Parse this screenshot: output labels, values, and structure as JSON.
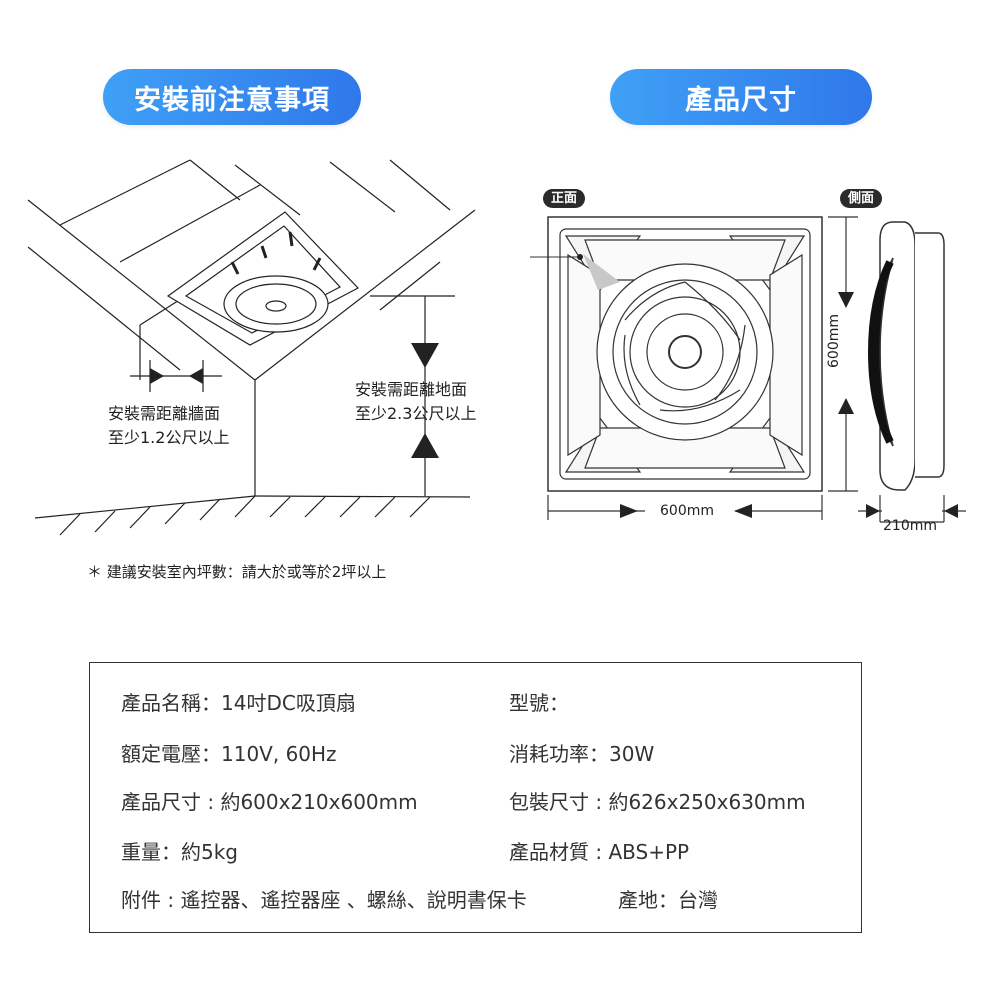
{
  "headers": {
    "install": "安裝前注意事項",
    "size": "產品尺寸"
  },
  "install": {
    "wall_note_line1": "安裝需距離牆面",
    "wall_note_line2": "至少1.2公尺以上",
    "floor_note_line1": "安裝需距離地面",
    "floor_note_line2": "至少2.3公尺以上",
    "room_note": "＊ 建議安裝室內坪數：請大於或等於2坪以上"
  },
  "dimensions": {
    "front_tag": "正面",
    "side_tag": "側面",
    "width": "600mm",
    "height": "600mm",
    "depth": "210mm"
  },
  "specs": [
    {
      "left": "產品名稱：14吋DC吸頂扇",
      "right": "型號："
    },
    {
      "left": "額定電壓：110V, 60Hz",
      "right": "消耗功率：30W"
    },
    {
      "left": "產品尺寸 : 約600x210x600mm",
      "right": "包裝尺寸 : 約626x250x630mm"
    },
    {
      "left": "重量：約5kg",
      "right": "產品材質 : ABS+PP"
    },
    {
      "left": "附件 : 遙控器、遙控器座 、螺絲、說明書保卡",
      "right": "產地：台灣"
    }
  ],
  "colors": {
    "pill_start": "#3fa0f6",
    "pill_end": "#2f78ea"
  }
}
